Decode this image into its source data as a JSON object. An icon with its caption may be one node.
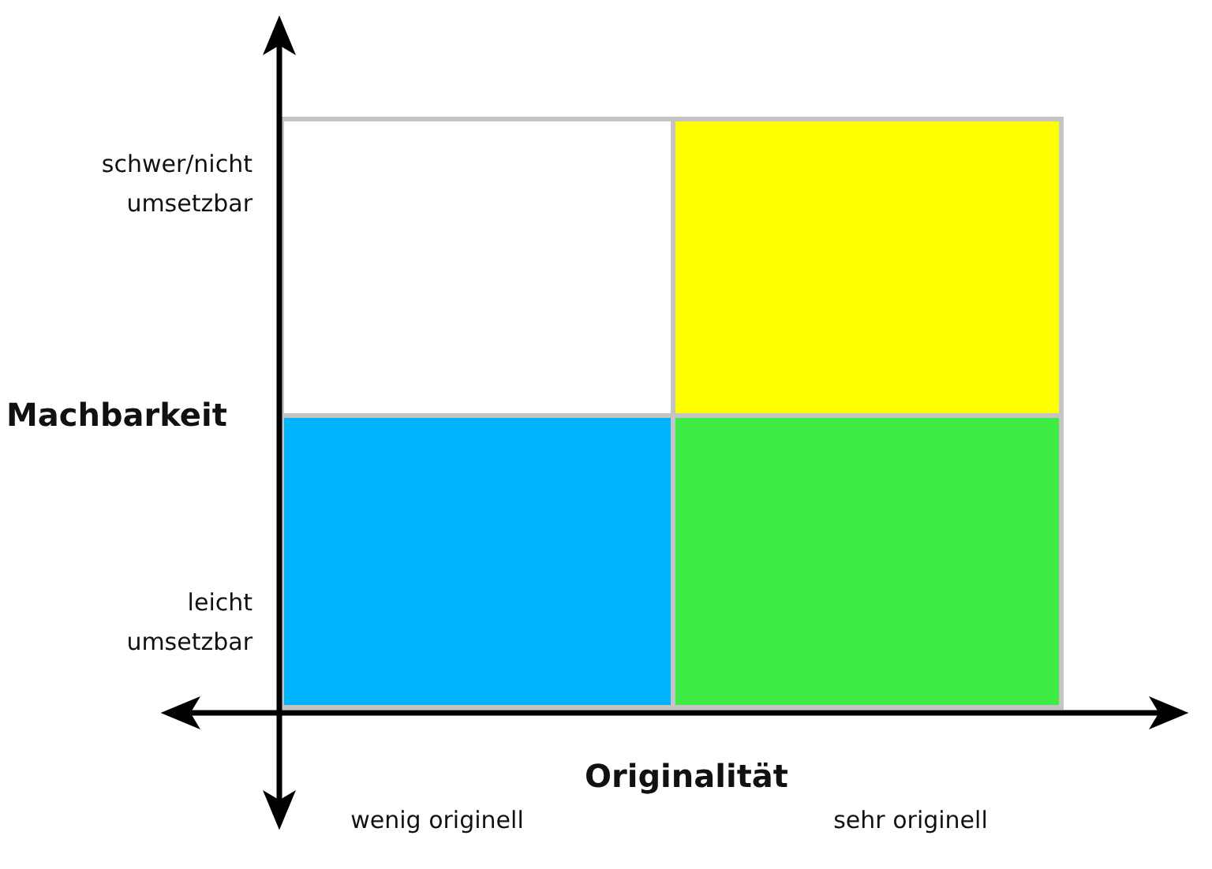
{
  "diagram": {
    "nodes": [
      {
        "text": [],
        "shape": "box"
      },
      {
        "text": [],
        "shape": "box"
      },
      {
        "text": [],
        "shape": "box"
      },
      {
        "text": [],
        "shape": "box"
      }
    ],
    "labels": [
      "schwer/nicht umsetzbar",
      "Machbarkeit",
      "leicht umsetzbar",
      "Originalität",
      "wenig originell",
      "sehr originell"
    ]
  }
}
